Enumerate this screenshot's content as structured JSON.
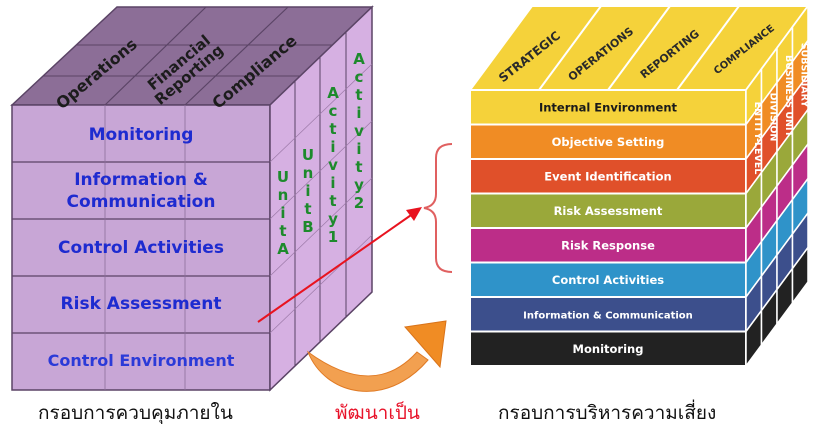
{
  "coso_cube": {
    "top_faces": [
      "Operations",
      "Financial Reporting",
      "Compliance"
    ],
    "rows": [
      "Monitoring",
      "Information & Communication",
      "Control Activities",
      "Risk Assessment",
      "Control Environment"
    ],
    "side_columns": [
      "Unit A",
      "Unit B",
      "Activity 1",
      "Activity 2"
    ]
  },
  "erm_cube": {
    "top_faces": [
      "STRATEGIC",
      "OPERATIONS",
      "REPORTING",
      "COMPLIANCE"
    ],
    "rows": [
      "Internal Environment",
      "Objective Setting",
      "Event Identification",
      "Risk Assessment",
      "Risk Response",
      "Control Activities",
      "Information & Communication",
      "Monitoring"
    ],
    "row_colors": [
      "#f5d23a",
      "#f08c24",
      "#e0502a",
      "#9aa83a",
      "#bc2d88",
      "#2f93c9",
      "#3c4f8c",
      "#222222"
    ],
    "side_columns": [
      "ENTITY-LEVEL",
      "DIVISION",
      "BUSINESS UNIT",
      "SUBSIDIARY"
    ]
  },
  "captions": {
    "left": "กรอบการควบคุมภายใน",
    "middle": "พัฒนาเป็น",
    "right": "กรอบการบริหารความเสี่ยง"
  }
}
